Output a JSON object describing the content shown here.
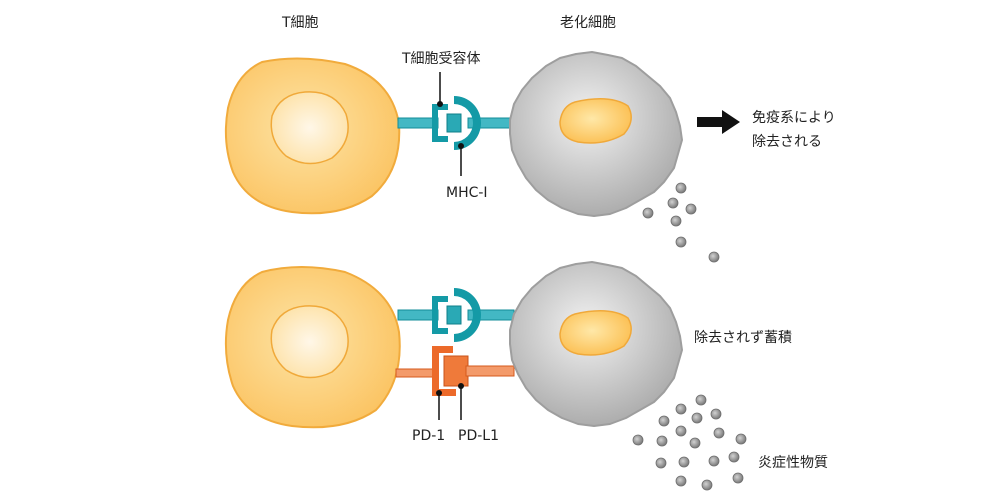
{
  "labels": {
    "t_cell": "T細胞",
    "senescent_cell": "老化細胞",
    "tcr": "T細胞受容体",
    "mhc": "MHC-I",
    "removed": "免疫系により除去される",
    "not_removed": "除去されず蓄積",
    "pd1": "PD-1",
    "pdl1": "PD-L1",
    "inflammatory": "炎症性物質"
  },
  "colors": {
    "t_cell_fill": "#fbc463",
    "t_cell_stroke": "#f0a93a",
    "nucleus_fill": "#fde7b8",
    "senescent_fill": "#bdbdbd",
    "senescent_nucleus": "#fcc25b",
    "receptor_teal": "#149aa6",
    "receptor_orange": "#ec6a2a",
    "particle": "#8c8c8c",
    "arrow": "#111111"
  }
}
